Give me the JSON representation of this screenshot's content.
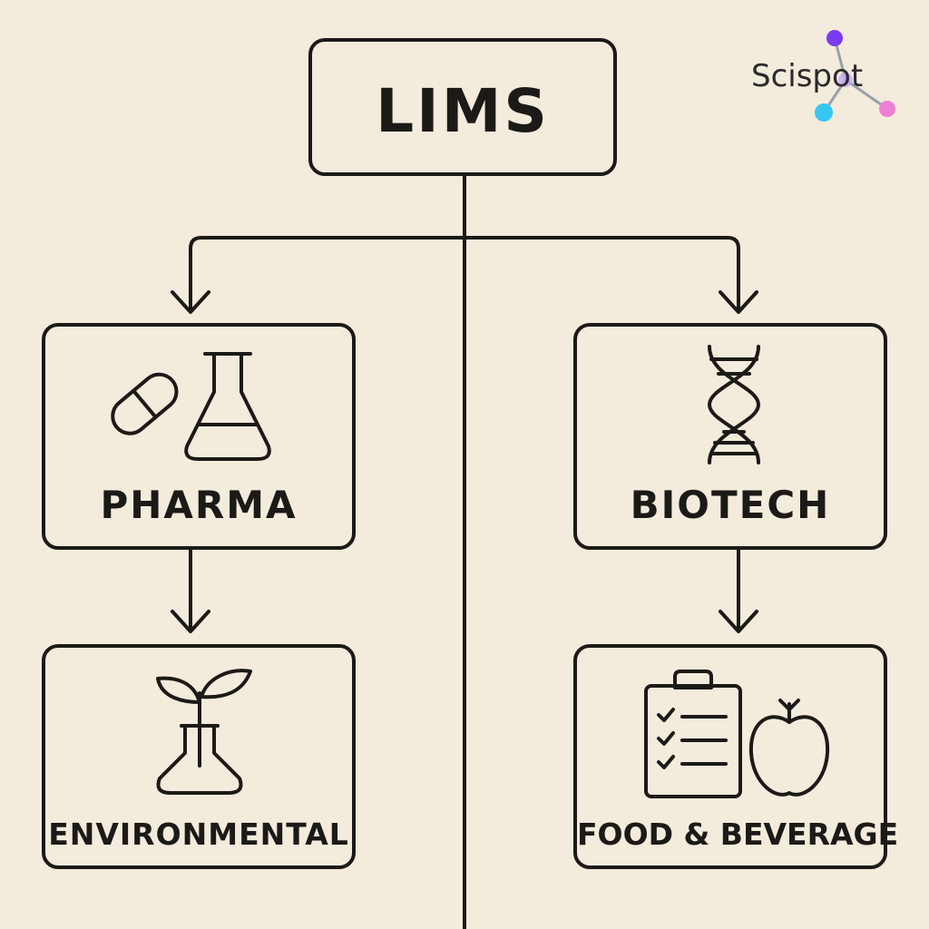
{
  "root": {
    "label": "LIMS"
  },
  "nodes": {
    "pharma": {
      "label": "PHARMA",
      "icons": [
        "pill-icon",
        "flask-icon"
      ]
    },
    "biotech": {
      "label": "BIOTECH",
      "icons": [
        "dna-icon"
      ]
    },
    "environmental": {
      "label": "ENVIRONMENTAL",
      "icons": [
        "sprout-flask-icon"
      ]
    },
    "food_beverage": {
      "label": "FOOD & BEVERAGE",
      "icons": [
        "clipboard-checklist-icon",
        "apple-icon"
      ]
    }
  },
  "logo": {
    "text": "Scispot",
    "colors": {
      "purple": "#7a3cf0",
      "cyan": "#35c7f2",
      "pink": "#ee7fd6",
      "line": "#9aa0a8"
    }
  },
  "colors": {
    "background": "#f3ebdc",
    "ink": "#1c1a17"
  }
}
